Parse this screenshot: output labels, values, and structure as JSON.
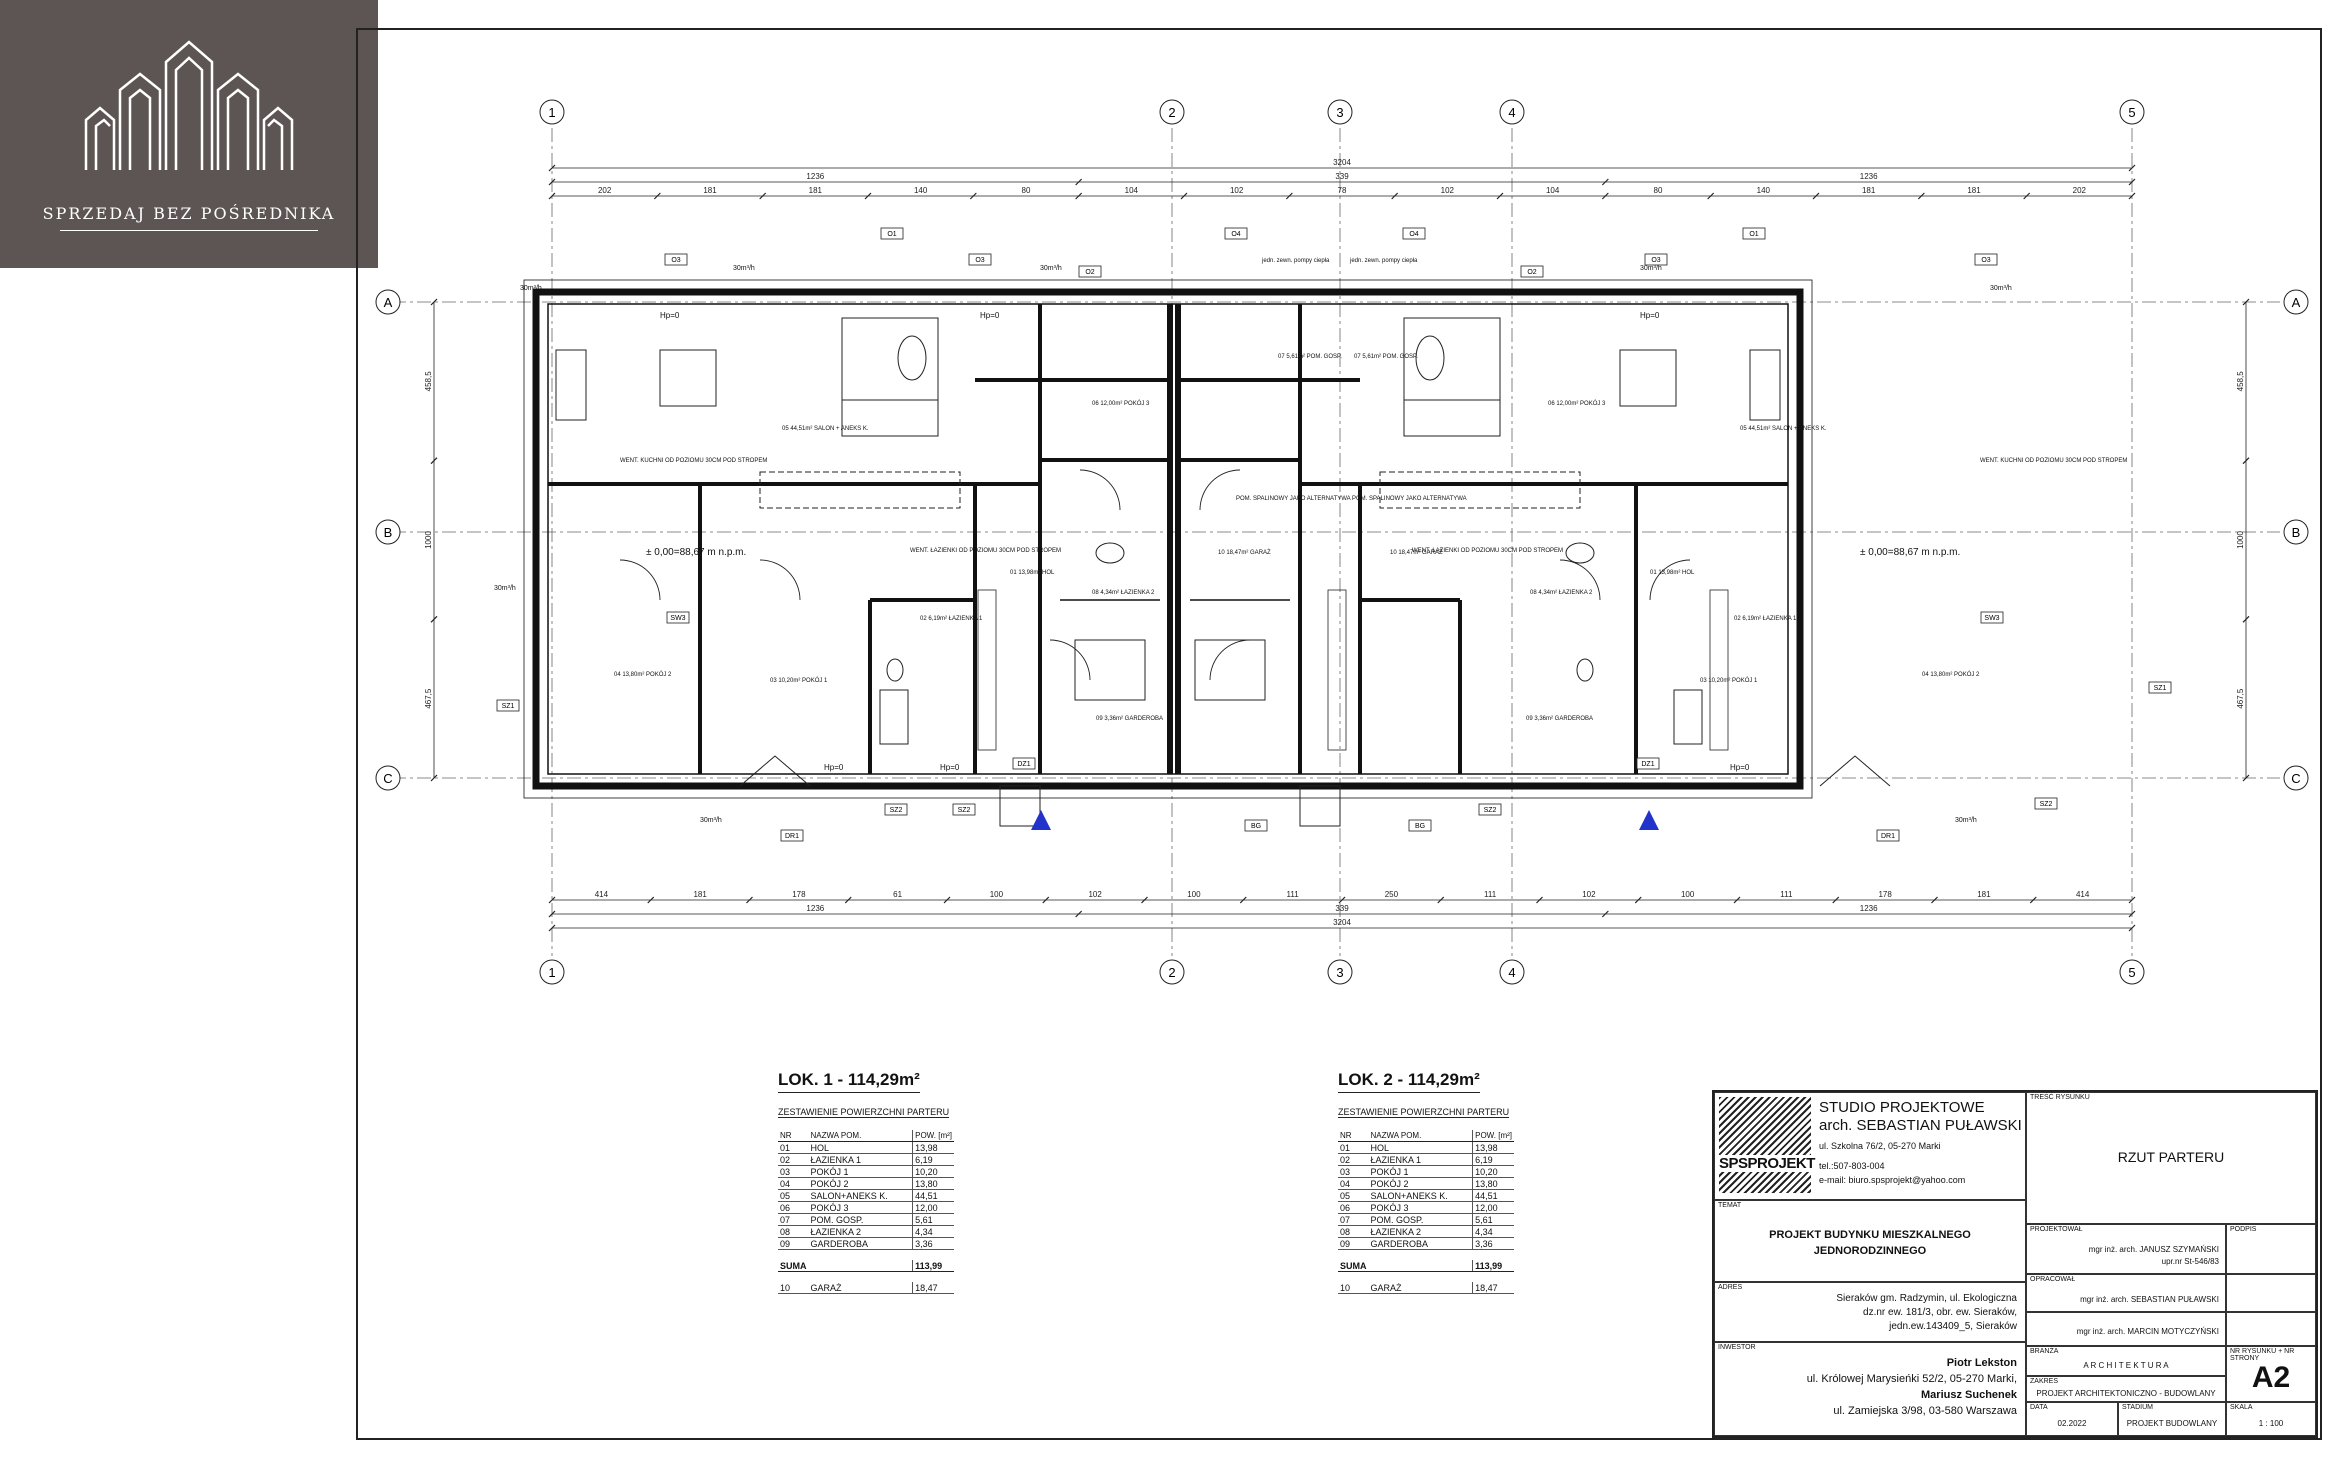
{
  "logo": {
    "text": "SPRZEDAJ BEZ POŚREDNIKA"
  },
  "plan": {
    "axes_vertical": [
      "1",
      "2",
      "3",
      "4",
      "5"
    ],
    "axes_horizontal": [
      "A",
      "B",
      "C"
    ],
    "dims_top_total": "3204",
    "dims_top_row2": [
      "1236",
      "339",
      "1236"
    ],
    "dims_top_row3": [
      "202",
      "181",
      "181",
      "140",
      "80",
      "104",
      "102",
      "78",
      "102",
      "104",
      "80",
      "140",
      "181",
      "181",
      "202"
    ],
    "dims_bottom_row1": [
      "414",
      "181",
      "178",
      "61",
      "100",
      "102",
      "100",
      "111",
      "250",
      "111",
      "102",
      "100",
      "111",
      "178",
      "181",
      "414"
    ],
    "dims_bottom_row2": [
      "1236",
      "339",
      "1236"
    ],
    "dims_bottom_total": "3204",
    "dims_left": [
      "458,5",
      "1000",
      "467,5"
    ],
    "dims_right": [
      "458,5",
      "1000",
      "467,5"
    ],
    "level_marks": [
      "± 0,00=88,67 m n.p.m.",
      "± 0,00=88,67 m n.p.m."
    ],
    "flow_rates": [
      "30m³/h",
      "30m³/h",
      "30m³/h",
      "30m³/h",
      "30m³/h",
      "30m³/h",
      "30m³/h",
      "30m³/h"
    ],
    "rooms": [
      {
        "text": "05  44,51m²  SALON + ANEKS K."
      },
      {
        "text": "06  12,00m²  POKÓJ 3"
      },
      {
        "text": "01  13,98m²  HOL"
      },
      {
        "text": "02  6,19m²  ŁAZIENKA 1"
      },
      {
        "text": "03  10,20m²  POKÓJ 1"
      },
      {
        "text": "04  13,80m²  POKÓJ 2"
      },
      {
        "text": "08  4,34m²  ŁAZIENKA 2"
      },
      {
        "text": "09  3,36m²  GARDEROBA"
      },
      {
        "text": "10  18,47m²  GARAŻ"
      },
      {
        "text": "07  5,61m²  POM. GOSP."
      },
      {
        "text": "07  5,61m²  POM. GOSP."
      },
      {
        "text": "10  18,47m²  GARAŻ"
      },
      {
        "text": "06  12,00m²  POKÓJ 3"
      },
      {
        "text": "05  44,51m²  SALON + ANEKS K."
      },
      {
        "text": "01  13,98m²  HOL"
      },
      {
        "text": "08  4,34m²  ŁAZIENKA 2"
      },
      {
        "text": "02  6,19m²  ŁAZIENKA 1"
      },
      {
        "text": "03  10,20m²  POKÓJ 1"
      },
      {
        "text": "04  13,80m²  POKÓJ 2"
      },
      {
        "text": "09  3,36m²  GARDEROBA"
      }
    ],
    "notes": [
      "WENT. KUCHNI OD POZIOMU 30CM POD STROPEM",
      "WENT. ŁAZIENKI OD POZIOMU 30CM POD STROPEM",
      "WENT. ŁAZIENKI OD POZIOMU 30CM POD STROPEM",
      "WENT. KUCHNI OD POZIOMU 30CM POD STROPEM",
      "jedn. zewn. pompy ciepła",
      "jedn. zewn. pompy ciepła",
      "POM. SPALINOWY JAKO ALTERNATYWA",
      "POM. SPALINOWY JAKO ALTERNATYWA"
    ],
    "window_tags": [
      "O3",
      "O1",
      "O3",
      "O2",
      "O4",
      "O4",
      "O2",
      "O3",
      "O1",
      "O3",
      "SZ1",
      "SZ1",
      "SZ2",
      "SZ2",
      "SZ2",
      "SZ2",
      "BG",
      "BG",
      "DR1",
      "DR1",
      "DZ1",
      "DZ1",
      "SW3",
      "SW3"
    ],
    "hp": [
      "Hp=0",
      "Hp=0",
      "Hp=0",
      "Hp=0",
      "Hp=0",
      "Hp=0"
    ]
  },
  "legend_left": {
    "lok": "LOK. 1 - 114,29m²",
    "subtitle": "ZESTAWIENIE POWIERZCHNI PARTERU",
    "header": [
      "NR",
      "NAZWA POM.",
      "POW. [m²]"
    ],
    "rows": [
      [
        "01",
        "HOL",
        "13,98"
      ],
      [
        "02",
        "ŁAZIENKA 1",
        "6,19"
      ],
      [
        "03",
        "POKÓJ 1",
        "10,20"
      ],
      [
        "04",
        "POKÓJ 2",
        "13,80"
      ],
      [
        "05",
        "SALON+ANEKS K.",
        "44,51"
      ],
      [
        "06",
        "POKÓJ 3",
        "12,00"
      ],
      [
        "07",
        "POM. GOSP.",
        "5,61"
      ],
      [
        "08",
        "ŁAZIENKA 2",
        "4,34"
      ],
      [
        "09",
        "GARDEROBA",
        "3,36"
      ]
    ],
    "sum": [
      "SUMA",
      "",
      "113,99"
    ],
    "extra": [
      "10",
      "GARAŻ",
      "18,47"
    ]
  },
  "legend_right": {
    "lok": "LOK. 2 - 114,29m²",
    "subtitle": "ZESTAWIENIE POWIERZCHNI PARTERU",
    "header": [
      "NR",
      "NAZWA POM.",
      "POW. [m²]"
    ],
    "rows": [
      [
        "01",
        "HOL",
        "13,98"
      ],
      [
        "02",
        "ŁAZIENKA 1",
        "6,19"
      ],
      [
        "03",
        "POKÓJ 1",
        "10,20"
      ],
      [
        "04",
        "POKÓJ 2",
        "13,80"
      ],
      [
        "05",
        "SALON+ANEKS K.",
        "44,51"
      ],
      [
        "06",
        "POKÓJ 3",
        "12,00"
      ],
      [
        "07",
        "POM. GOSP.",
        "5,61"
      ],
      [
        "08",
        "ŁAZIENKA 2",
        "4,34"
      ],
      [
        "09",
        "GARDEROBA",
        "3,36"
      ]
    ],
    "sum": [
      "SUMA",
      "",
      "113,99"
    ],
    "extra": [
      "10",
      "GARAŻ",
      "18,47"
    ]
  },
  "title_block": {
    "studio_logo": "SPSPROJEKT",
    "studio_l1": "STUDIO PROJEKTOWE",
    "studio_l2": "arch. SEBASTIAN PUŁAWSKI",
    "studio_l3": "ul. Szkolna 76/2, 05-270 Marki",
    "studio_l4": "tel.:507-803-004",
    "studio_l5": "e-mail: biuro.spsprojekt@yahoo.com",
    "lbl_temat": "TEMAT",
    "temat_1": "PROJEKT BUDYNKU MIESZKALNEGO",
    "temat_2": "JEDNORODZINNEGO",
    "lbl_adres": "ADRES",
    "adres_1": "Sieraków gm. Radzymin, ul. Ekologiczna",
    "adres_2": "dz.nr ew. 181/3, obr. ew. Sieraków,",
    "adres_3": "jedn.ew.143409_5, Sieraków",
    "lbl_inwestor": "INWESTOR",
    "inw_1": "Piotr Lekston",
    "inw_2": "ul. Królowej Marysieńki 52/2, 05-270 Marki,",
    "inw_3": "Mariusz Suchenek",
    "inw_4": "ul. Zamiejska 3/98, 03-580 Warszawa",
    "lbl_tresc": "TREŚĆ RYSUNKU",
    "tresc": "RZUT PARTERU",
    "lbl_proj": "PROJEKTOWAŁ",
    "proj_1": "mgr inż. arch. JANUSZ SZYMAŃSKI",
    "proj_2": "upr.nr St-546/83",
    "lbl_podpis": "PODPIS",
    "lbl_oprac": "OPRACOWAŁ",
    "oprac": "mgr inż. arch. SEBASTIAN PUŁAWSKI",
    "oprac_2": "mgr inż. arch. MARCIN MOTYCZYŃSKI",
    "lbl_branza": "BRANŻA",
    "branza": "A R C H I T E K T U R A",
    "lbl_nr": "NR RYSUNKU + NR STRONY",
    "nr": "A2",
    "lbl_zakres": "ZAKRES",
    "zakres": "PROJEKT ARCHITEKTONICZNO - BUDOWLANY",
    "lbl_data": "DATA",
    "data": "02.2022",
    "lbl_stadium": "STADIUM",
    "stadium": "PROJEKT BUDOWLANY",
    "lbl_skala": "SKALA",
    "skala": "1 : 100"
  }
}
